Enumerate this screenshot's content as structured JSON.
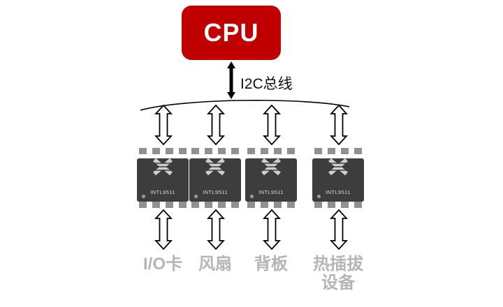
{
  "diagram": {
    "cpu_label": "CPU",
    "bus_label": "I2C总线",
    "chips": [
      {
        "label": "INTL9511"
      },
      {
        "label": "INTL9511"
      },
      {
        "label": "INTL9511"
      },
      {
        "label": "INTL9511"
      }
    ],
    "devices": [
      {
        "label": "I/O卡"
      },
      {
        "label": "风扇"
      },
      {
        "label": "背板"
      },
      {
        "label": "热插拔设备"
      }
    ],
    "colors": {
      "cpu_bg": "#c00000",
      "chip_body": "#3d3d3d",
      "device_text": "#b5b5b5"
    }
  }
}
